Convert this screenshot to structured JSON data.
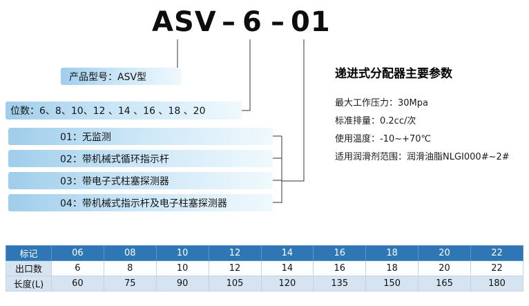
{
  "title": {
    "parts": [
      "ASV",
      "–",
      "6",
      "–",
      "01"
    ]
  },
  "callouts": {
    "product_model": "产品型号：ASV型",
    "positions": "位数：6、8、10、12 、14 、16 、18 、20",
    "options": [
      "01：无监测",
      "02：带机械式循环指示杆",
      "03：带电子式柱塞探测器",
      "04：带机械式指示杆及电子柱塞探测器"
    ]
  },
  "specs": {
    "heading": "递进式分配器主要参数",
    "items": [
      "最大工作压力：30Mpa",
      "标准排量：0.2cc/次",
      "使用温度：-10~+70℃",
      "适用润滑剂范围：润滑油脂NLGI000#~2#"
    ]
  },
  "table": {
    "header": [
      "标记",
      "06",
      "08",
      "10",
      "12",
      "14",
      "16",
      "18",
      "20",
      "22"
    ],
    "rows": [
      [
        "出口数",
        "6",
        "8",
        "10",
        "12",
        "14",
        "16",
        "18",
        "20",
        "22"
      ],
      [
        "长度(L)",
        "60",
        "75",
        "90",
        "105",
        "120",
        "135",
        "150",
        "165",
        "180"
      ]
    ]
  },
  "colors": {
    "bar_gradient_start": "#9fcdeb",
    "bar_gradient_end": "#f0f9fd",
    "table_header_bg": "#2f76b5",
    "table_alt_bg": "#d6e3f1",
    "connector": "#333333"
  }
}
